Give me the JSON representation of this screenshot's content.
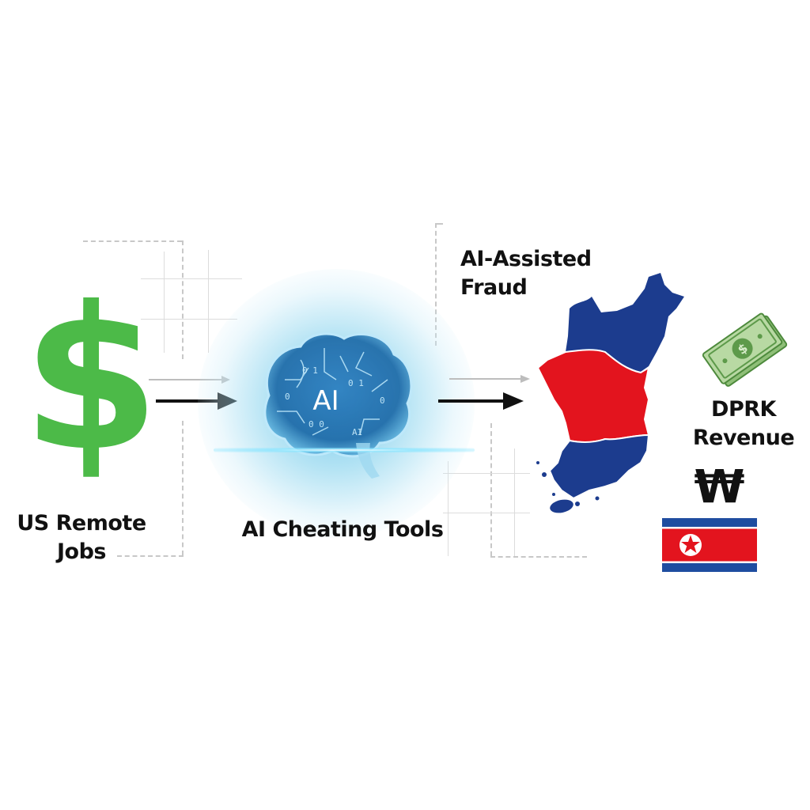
{
  "nodes": [
    {
      "id": "us-jobs",
      "label_line1": "US Remote",
      "label_line2": "Jobs",
      "icon": "dollar-sign-icon",
      "icon_glyph": "$",
      "color": "#4cba48"
    },
    {
      "id": "ai-tools",
      "label": "AI Cheating Tools",
      "icon": "ai-brain-icon",
      "brain_text": "AI",
      "color": "#1f8fd1"
    },
    {
      "id": "fraud",
      "label_line1": "AI-Assisted",
      "label_line2": "Fraud",
      "icon": "korea-map-icon",
      "colors": {
        "blue": "#1c3c8e",
        "red": "#e3141e"
      }
    },
    {
      "id": "revenue",
      "label_line1": "DPRK",
      "label_line2": "Revenue",
      "icon": "money-bills-icon",
      "won_glyph": "₩",
      "flag": "north-korea-flag-icon"
    }
  ],
  "arrows": [
    {
      "from": "us-jobs",
      "to": "ai-tools"
    },
    {
      "from": "ai-tools",
      "to": "fraud"
    }
  ],
  "colors": {
    "arrow": "#111111",
    "arrow_ghost": "#bdbdbd",
    "guide": "#dcdcdc",
    "flag_blue": "#1f4da0",
    "flag_red": "#e3141e"
  }
}
